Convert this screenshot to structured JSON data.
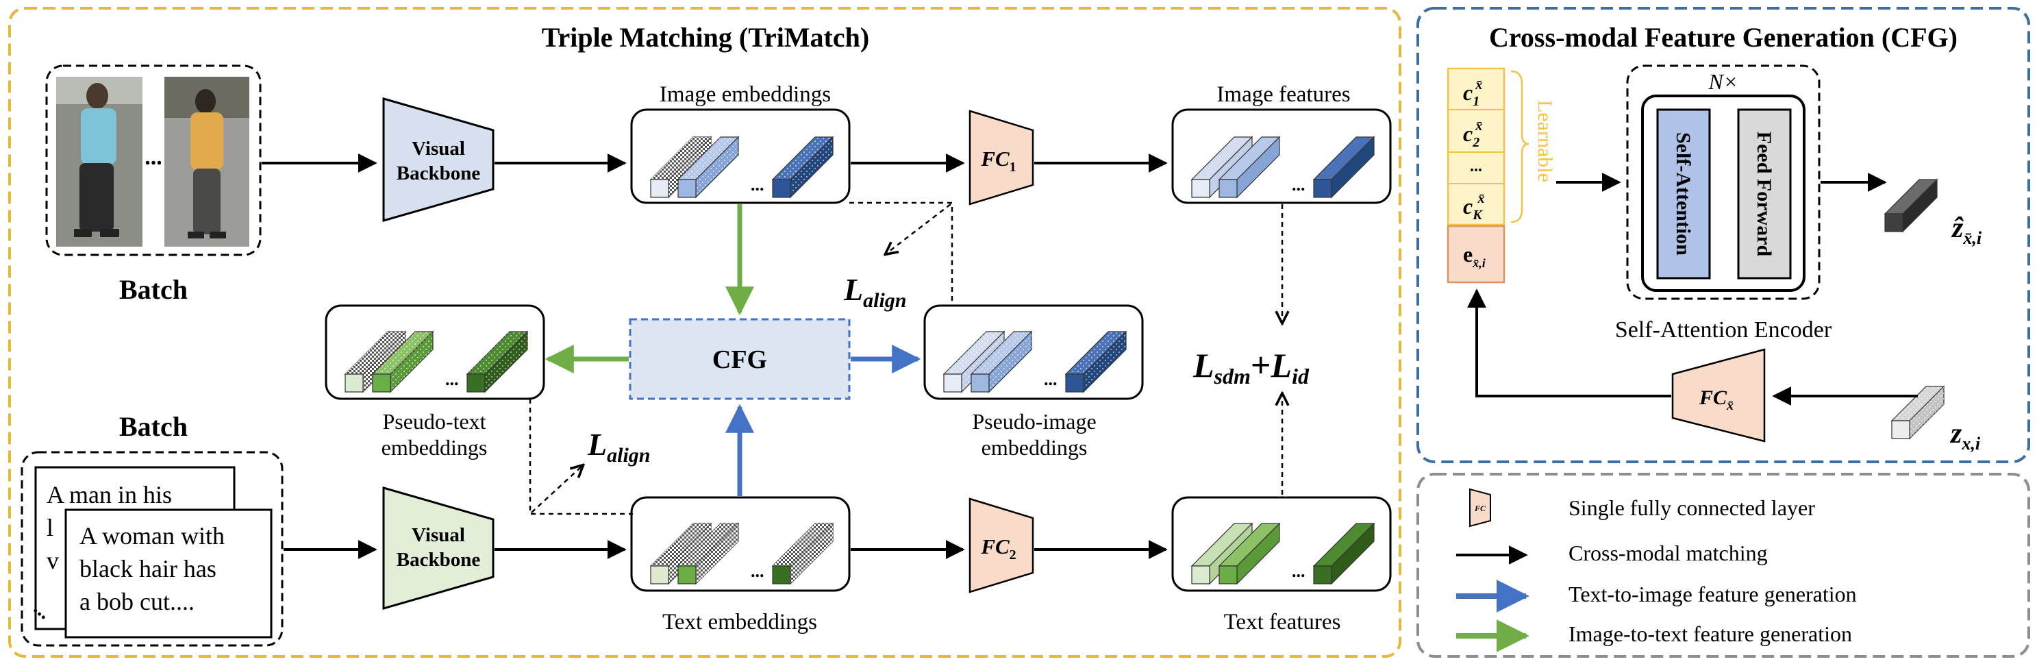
{
  "colors": {
    "trimatch_border": "#E8B63A",
    "cfg_border": "#3C6EA6",
    "legend_border": "#8E8E8E",
    "visual_backbone_top": "#D6E0EF",
    "visual_backbone_bottom": "#E3EED9",
    "fc_fill": "#F8DCC9",
    "cfg_fill": "#DCE6F3",
    "blue_arrow": "#4472C4",
    "green_arrow": "#70AD47",
    "learnable": "#F5C242"
  },
  "trimatch": {
    "title": "Triple Matching (TriMatch)",
    "batch_top_label": "Batch",
    "batch_bottom_label": "Batch",
    "text_card_back": "A man in his",
    "text_card_back_frag_1": "l",
    "text_card_back_frag_2": "v",
    "text_card_front_lines": [
      "A woman with",
      "black hair has",
      "a bob cut...."
    ],
    "visual_backbone_top": [
      "Visual",
      "Backbone"
    ],
    "visual_backbone_bottom": [
      "Visual",
      "Backbone"
    ],
    "image_embeddings_label": "Image embeddings",
    "image_features_label": "Image features",
    "text_embeddings_label": "Text embeddings",
    "text_features_label": "Text features",
    "pseudo_text_label": [
      "Pseudo-text",
      "embeddings"
    ],
    "pseudo_image_label": [
      "Pseudo-image",
      "embeddings"
    ],
    "fc1_main": "FC",
    "fc1_sub": "1",
    "fc2_main": "FC",
    "fc2_sub": "2",
    "cfg_box": "CFG",
    "loss_align_main": "L",
    "loss_align_sub": "align",
    "loss_sdm_main": "L",
    "loss_sdm_sub": "sdm",
    "loss_plus": "+",
    "loss_id_main": "L",
    "loss_id_sub": "id",
    "dots": "..."
  },
  "cfg_panel": {
    "title": "Cross-modal Feature Generation (CFG)",
    "learnable_label": "Learnable",
    "token_c1": "c",
    "token_c1_sub": "1",
    "token_c2": "c",
    "token_c2_sub": "2",
    "token_ck": "c",
    "token_ck_sub": "K",
    "token_sup": "x̄",
    "token_e": "e",
    "token_e_sub": "x̄,i",
    "nx_label": "N×",
    "self_attention": "Self-Attention",
    "feed_forward": "Feed Forward",
    "encoder_label": "Self-Attention Encoder",
    "output_label_main": "ẑ",
    "output_label_sub": "x̄,i",
    "fc_main": "FC",
    "fc_sub": "x̄",
    "input_label_main": "z",
    "input_label_sub": "x,i",
    "dots": "..."
  },
  "legend": {
    "fc_icon": "FC",
    "items": [
      "Single fully connected layer",
      "Cross-modal matching",
      "Text-to-image feature generation",
      "Image-to-text feature generation"
    ]
  }
}
